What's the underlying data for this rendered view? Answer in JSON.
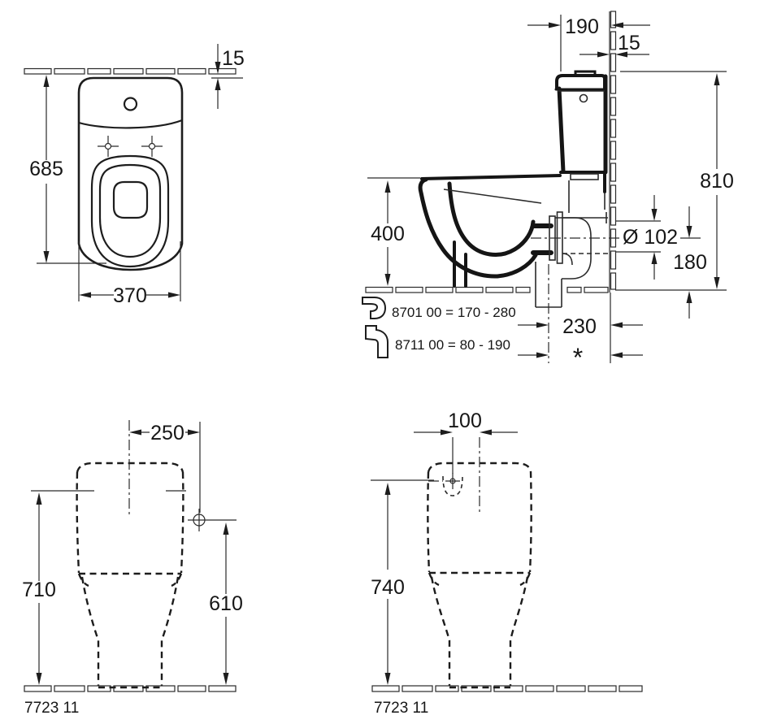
{
  "drawing": {
    "top_view": {
      "finish_thickness": "15",
      "depth": "685",
      "width": "370"
    },
    "side_view": {
      "cistern_to_wall": "190",
      "finish_thickness": "15",
      "overall_height": "810",
      "bowl_height": "400",
      "outlet_diameter": "Ø 102",
      "outlet_center_height": "180",
      "outlet_to_wall": "230",
      "variable_dim": "*",
      "adapters": [
        {
          "label": "8701 00  = 170 - 280"
        },
        {
          "label": "8711 00  = 80 -  190"
        }
      ]
    },
    "front_view": {
      "centre_to_supply": "250",
      "height_ref": "710",
      "supply_height": "610",
      "product_code": "7723 11"
    },
    "rear_view": {
      "centre_to_hole": "100",
      "height_ref": "740",
      "product_code": "7723 11"
    }
  }
}
